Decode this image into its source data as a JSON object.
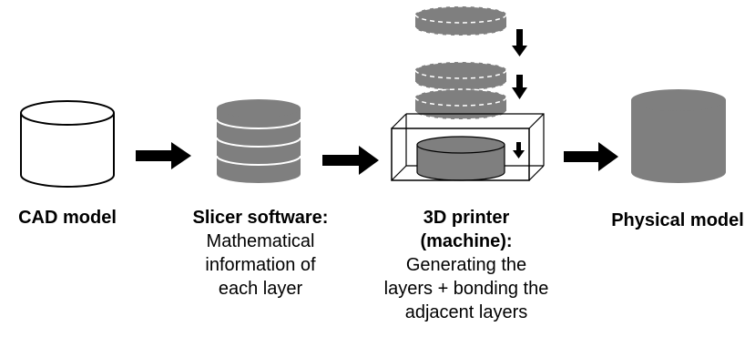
{
  "stages": [
    {
      "title": "CAD model",
      "description": ""
    },
    {
      "title": "Slicer software:",
      "description": "Mathematical\ninformation of\neach layer"
    },
    {
      "title": "3D printer\n(machine):",
      "description": "Generating the\nlayers + bonding the\nadjacent layers"
    },
    {
      "title": "Physical model",
      "description": ""
    }
  ],
  "colors": {
    "fill": "#7f7f7f",
    "outline": "#000000",
    "layer_line": "#ffffff",
    "dashed": "#ffffff",
    "arrow": "#000000"
  }
}
